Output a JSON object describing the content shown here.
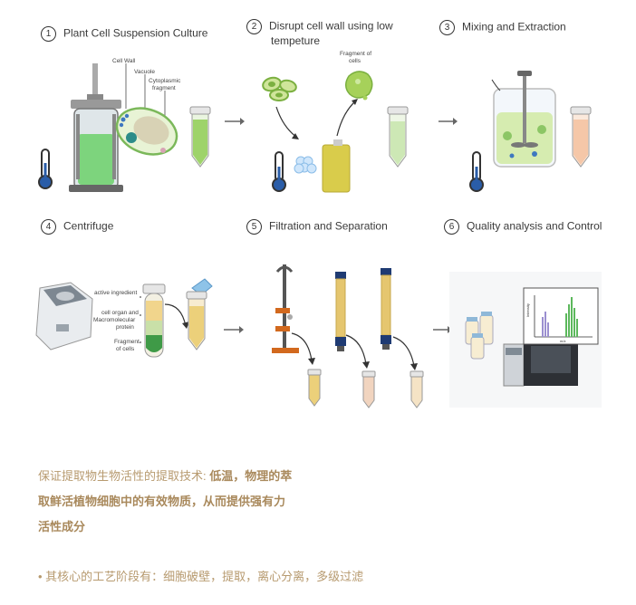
{
  "steps": [
    {
      "num": "1",
      "label": "Plant Cell Suspension Culture"
    },
    {
      "num": "2",
      "label": "Disrupt cell wall using low",
      "label2": "tempeture"
    },
    {
      "num": "3",
      "label": "Mixing and Extraction"
    },
    {
      "num": "4",
      "label": "Centrifuge"
    },
    {
      "num": "5",
      "label": "Filtration and Separation"
    },
    {
      "num": "6",
      "label": "Quality analysis and Control"
    }
  ],
  "annotations": {
    "cell_wall": "Cell Wall",
    "vacuole": "Vacuole",
    "cytoplasmic": "Cytoplasmic",
    "fragment": "fragment",
    "fragment_of": "Fragment of",
    "cells": "cells",
    "active_ingredient": "active ingredient",
    "cell_organ": "cell organ and",
    "macromolecular": "Macromolecular",
    "protein": "protein",
    "fragment_of_cells_1": "Fragment",
    "fragment_of_cells_2": "of cells",
    "chart_y": "Intensity",
    "chart_x": "m/z"
  },
  "text": {
    "desc_prefix": "保证提取物生物活性的提取技术: ",
    "desc_bold1": "低温，物理的萃",
    "desc_bold2": "取鲜活植物细胞中的有效物质，从而提供强有力",
    "desc_bold3": "活性成分",
    "bullet": "• 其核心的工艺阶段有：细胞破壁，提取，离心分离，多级过滤"
  },
  "colors": {
    "accent_text": "#b79a6f",
    "green": "#7bc043",
    "tube_green": "#9ed36a",
    "tube_orange": "#f5c7a8",
    "blue": "#1f3b73"
  }
}
